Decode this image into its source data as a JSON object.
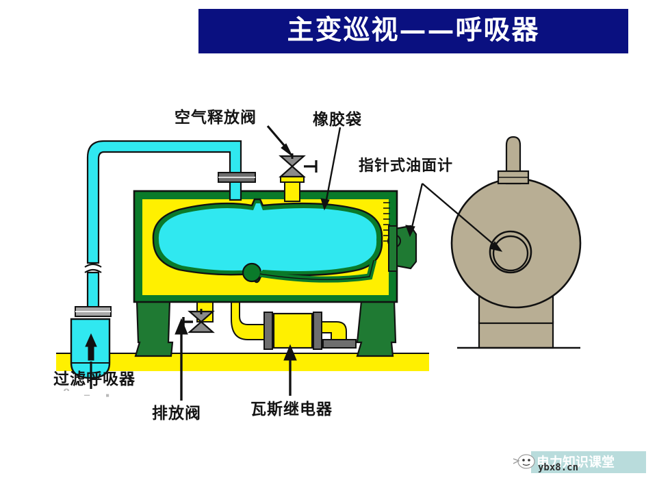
{
  "title": {
    "text": "主变巡视——呼吸器"
  },
  "labels": {
    "air_release_valve": "空气释放阀",
    "rubber_bag": "橡胶袋",
    "oil_level_gauge": "指针式油面计",
    "filter_breather": "过滤呼吸器",
    "drain_valve": "排放阀",
    "gas_relay": "瓦斯继电器",
    "ghost_text": "ᵔ  ₋ ⠄"
  },
  "watermark": {
    "brand": "电力知识课堂",
    "url": "ybx8.cn"
  },
  "colors": {
    "banner_navy": "#0a1080",
    "tank_yellow": "#fff000",
    "bag_cyan": "#30e8f0",
    "frame_green": "#0a7a2a",
    "leg_green": "#1f7a33",
    "metal_gray": "#808080",
    "transformer_tan": "#b8ae94",
    "outline_black": "#111111"
  },
  "diagram": {
    "type": "transformer-conservator-breather-schematic",
    "components": [
      "filter-breather",
      "breather-pipe",
      "air-release-valve",
      "rubber-bag",
      "conservator-tank",
      "oil-level-gauge-bracket",
      "transformer-end-view",
      "drain-valve",
      "gas-relay",
      "support-legs",
      "ground-strip"
    ]
  }
}
